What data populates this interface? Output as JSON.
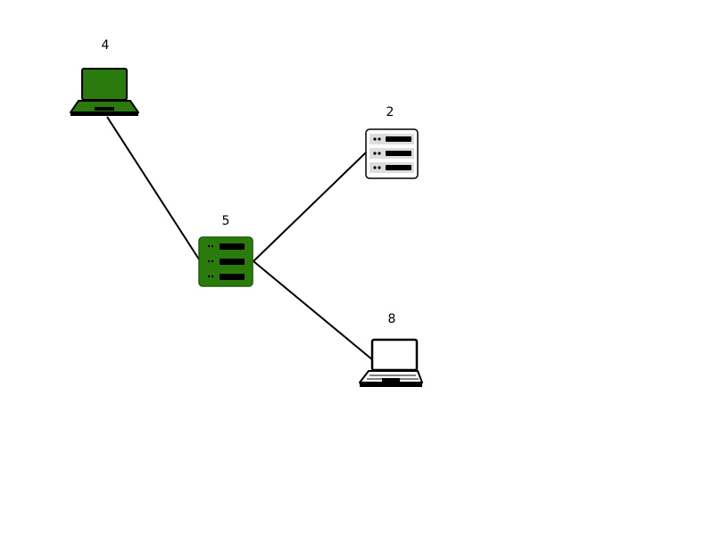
{
  "colors": {
    "active": "#2a7a0e",
    "inactive": "#ffffff",
    "stroke": "#000000",
    "link": "#000000"
  },
  "nodes": [
    {
      "id": "4",
      "label": "4",
      "kind": "laptop",
      "icon": "laptop-icon",
      "state": "active"
    },
    {
      "id": "2",
      "label": "2",
      "kind": "server",
      "icon": "server-icon",
      "state": "inactive"
    },
    {
      "id": "5",
      "label": "5",
      "kind": "server",
      "icon": "server-icon",
      "state": "active"
    },
    {
      "id": "8",
      "label": "8",
      "kind": "laptop",
      "icon": "laptop-icon",
      "state": "inactive"
    }
  ],
  "links": [
    {
      "from": "5",
      "to": "4"
    },
    {
      "from": "5",
      "to": "2"
    },
    {
      "from": "5",
      "to": "8"
    }
  ]
}
